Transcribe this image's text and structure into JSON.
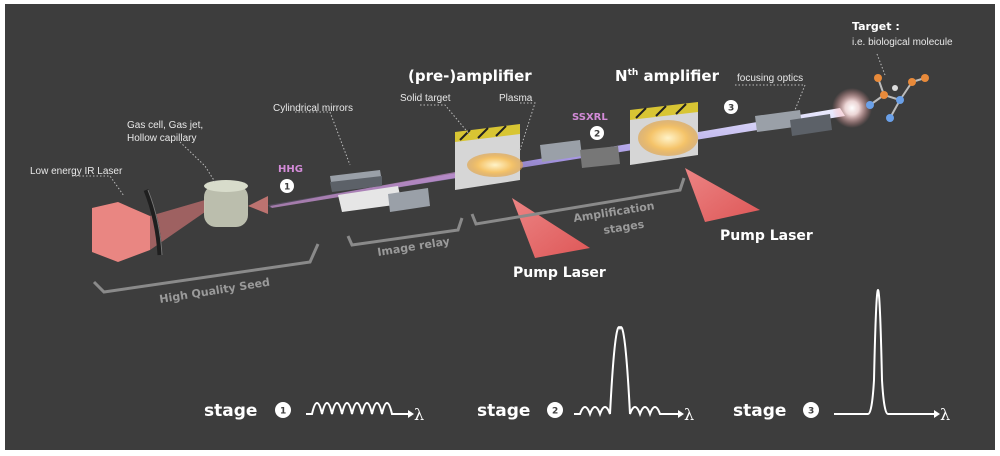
{
  "colors": {
    "background": "#3d3d3d",
    "laser_pink": "#f07a7a",
    "beam_violet": "#c6a0ff",
    "hhg_pink": "#d38bd8",
    "plasma_yellow": "#f5c46a",
    "text": "#ffffff"
  },
  "labels": {
    "low_energy_ir": "Low energy IR Laser",
    "gas_cell_line1": "Gas cell, Gas jet,",
    "gas_cell_line2": "Hollow capillary",
    "cylindrical_mirrors": "Cylindrical mirrors",
    "solid_target": "Solid target",
    "plasma": "Plasma",
    "pre_amplifier": "(pre-)amplifier",
    "nth_amplifier_n": "N",
    "nth_amplifier_th": "th",
    "nth_amplifier_rest": " amplifier",
    "focusing_optics": "focusing optics",
    "target_title": "Target :",
    "target_sub": "i.e. biological molecule",
    "hhg": "HHG",
    "ssxrl": "SSXRL",
    "pump_laser_1": "Pump Laser",
    "pump_laser_2": "Pump Laser",
    "high_quality_seed": "High Quality Seed",
    "image_relay": "Image relay",
    "amplification_line1": "Amplification",
    "amplification_line2": "stages"
  },
  "badges": {
    "b1": "1",
    "b2": "2",
    "b3": "3"
  },
  "stages": [
    {
      "word": "stage",
      "num": "1",
      "axis": "λ"
    },
    {
      "word": "stage",
      "num": "2",
      "axis": "λ"
    },
    {
      "word": "stage",
      "num": "3",
      "axis": "λ"
    }
  ],
  "icons": [
    "ir-laser-icon",
    "gas-cell-icon",
    "mirror-icon",
    "solid-target-icon",
    "molecule-icon"
  ]
}
